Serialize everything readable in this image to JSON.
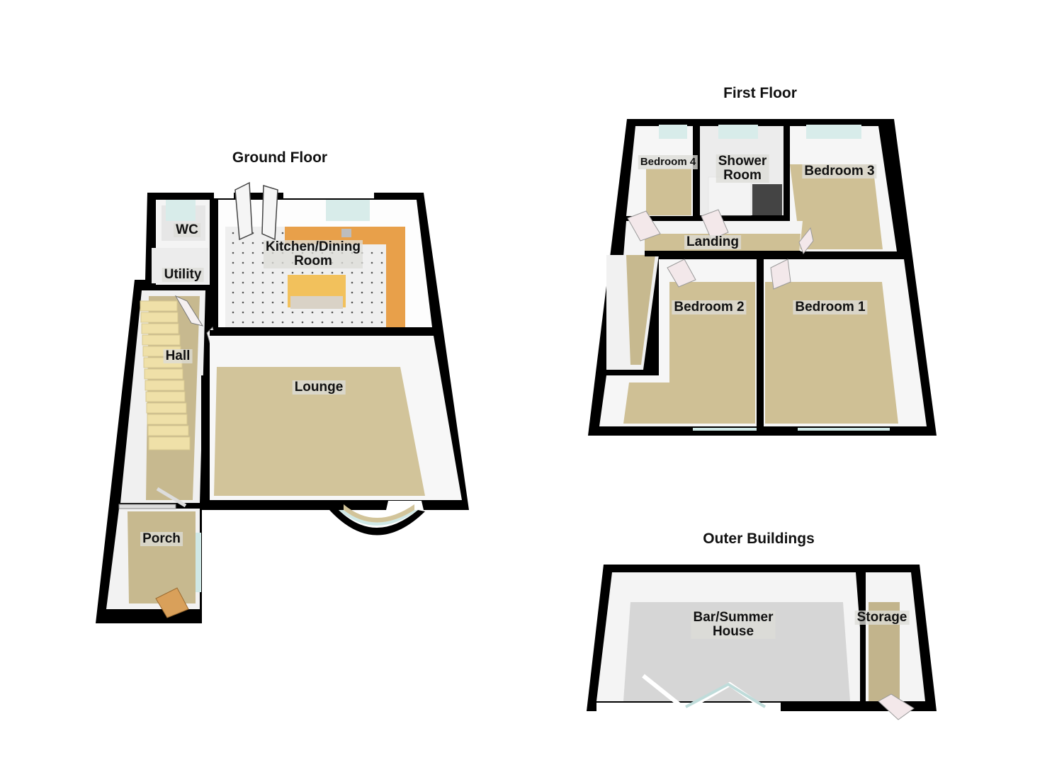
{
  "headings": {
    "ground_floor": "Ground Floor",
    "first_floor": "First Floor",
    "outer_buildings": "Outer Buildings"
  },
  "ground_floor": {
    "rooms": [
      {
        "name": "WC",
        "label": "WC"
      },
      {
        "name": "Utility",
        "label": "Utility"
      },
      {
        "name": "Kitchen/Dining Room",
        "label_line1": "Kitchen/Dining",
        "label_line2": "Room"
      },
      {
        "name": "Hall",
        "label": "Hall"
      },
      {
        "name": "Lounge",
        "label": "Lounge"
      },
      {
        "name": "Porch",
        "label": "Porch"
      }
    ]
  },
  "first_floor": {
    "rooms": [
      {
        "name": "Bedroom 4",
        "label": "Bedroom 4"
      },
      {
        "name": "Shower Room",
        "label_line1": "Shower",
        "label_line2": "Room"
      },
      {
        "name": "Bedroom 3",
        "label": "Bedroom 3"
      },
      {
        "name": "Landing",
        "label": "Landing"
      },
      {
        "name": "Bedroom 2",
        "label": "Bedroom 2"
      },
      {
        "name": "Bedroom 1",
        "label": "Bedroom 1"
      }
    ]
  },
  "outer_buildings": {
    "rooms": [
      {
        "name": "Bar/Summer House",
        "label_line1": "Bar/Summer",
        "label_line2": "House"
      },
      {
        "name": "Storage",
        "label": "Storage"
      }
    ]
  },
  "colors": {
    "wall": "#000000",
    "wall_inner": "#f2f2f2",
    "carpet": "#cfc095",
    "kitchen_tile": "#ececec",
    "worktop": "#e8a04a",
    "window": "#cfe8e6",
    "outer_floor": "#d6d6d6"
  }
}
